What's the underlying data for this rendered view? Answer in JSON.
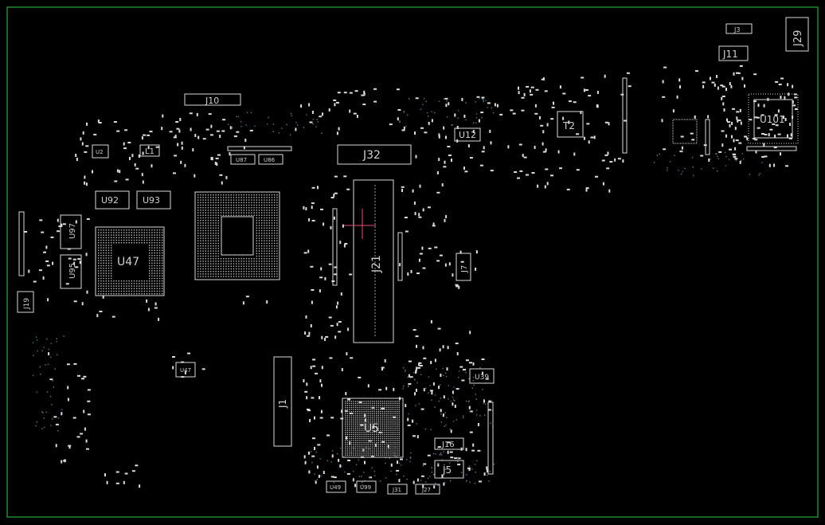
{
  "colors": {
    "background": "#000000",
    "outline": "#1f8a2e",
    "silkscreen": "#d8d8d8",
    "via": "#2f6f7a",
    "crosshair": "#e05070"
  },
  "components": {
    "J29": "J29",
    "J3": "J3",
    "J11": "J11",
    "U101": "U101",
    "T2": "T2",
    "U12": "U12",
    "J10": "J10",
    "J32": "J32",
    "L1": "L1",
    "U2": "U2",
    "U87": "U87",
    "U86": "U86",
    "U92": "U92",
    "U93": "U93",
    "U47": "U47",
    "U97": "U97",
    "U95": "U95",
    "J21": "J21",
    "J7": "J7",
    "J19": "J19",
    "U47b": "U47",
    "J1": "J1",
    "U39": "U39",
    "U5": "U5",
    "J16": "J16",
    "J5": "J5",
    "U49": "U49",
    "U99": "U99",
    "J31": "J31",
    "J27": "J27"
  }
}
